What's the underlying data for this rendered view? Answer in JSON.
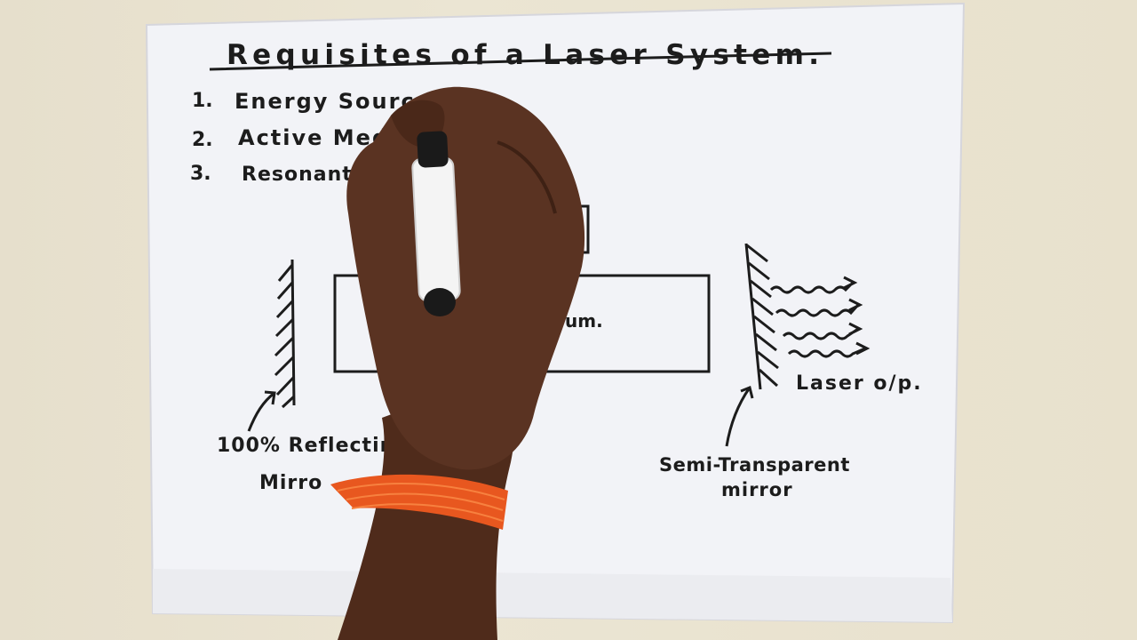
{
  "title": "Requisites of a Laser System.",
  "requisites": [
    {
      "num": "1.",
      "text": "Energy Source."
    },
    {
      "num": "2.",
      "text": "Active Med"
    },
    {
      "num": "3.",
      "text": "Resonant"
    }
  ],
  "diagram": {
    "medium_label_fragment": "um.",
    "left_mirror_line1": "100% Reflectin",
    "left_mirror_line2": "Mirro",
    "right_mirror_line1": "Semi-Transparent",
    "right_mirror_line2": "mirror",
    "output_label": "Laser o/p."
  },
  "colors": {
    "ink": "#1c1c1c",
    "paper": "#f3f4f8",
    "skin": "#5a3322",
    "band": "#e8571f"
  }
}
